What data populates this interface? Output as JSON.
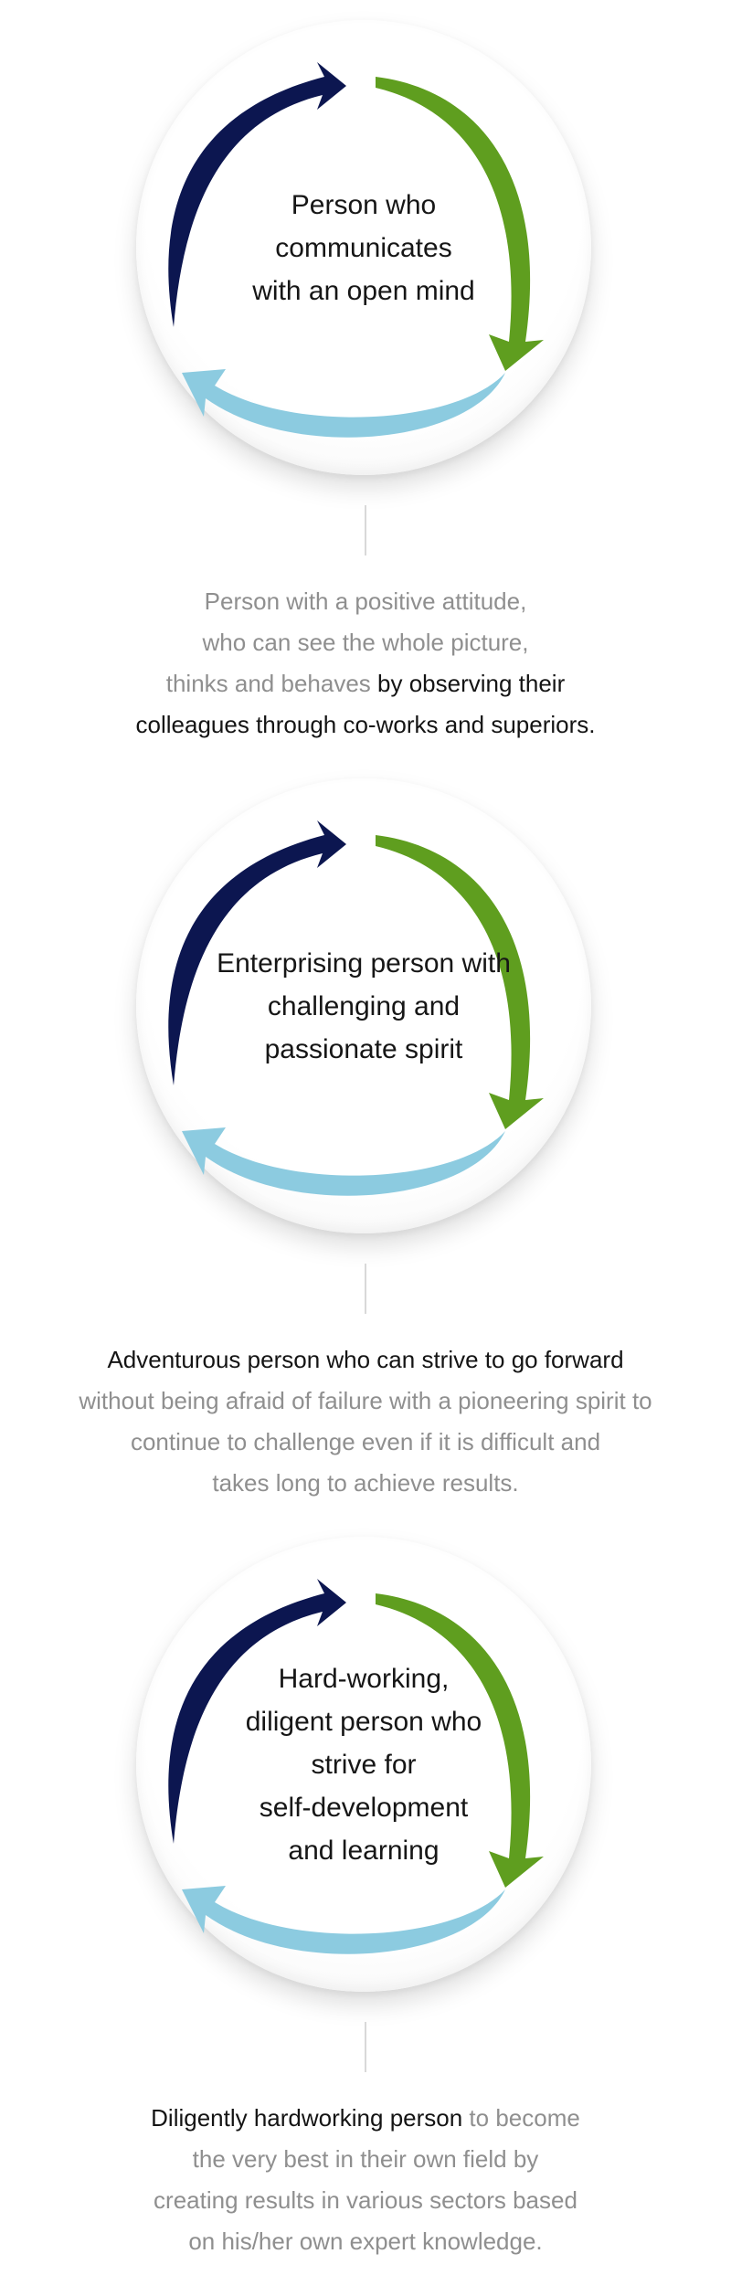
{
  "colors": {
    "arrow_navy": "#0c1650",
    "arrow_green": "#5f9e1f",
    "arrow_light_blue": "#8ccbe0",
    "text_dark": "#141414",
    "text_muted": "#8f8f8f",
    "connector_gray": "#d9d9d9"
  },
  "sections": [
    {
      "circle_lines": [
        "Person who",
        "communicates",
        "with an open mind"
      ],
      "desc_lines": [
        [
          {
            "text": "Person with a positive attitude,",
            "tone": "muted"
          }
        ],
        [
          {
            "text": "who can see the whole picture,",
            "tone": "muted"
          }
        ],
        [
          {
            "text": "thinks and behaves ",
            "tone": "muted"
          },
          {
            "text": "by observing their",
            "tone": "strong"
          }
        ],
        [
          {
            "text": "colleagues through co-works and superiors.",
            "tone": "strong"
          }
        ]
      ]
    },
    {
      "circle_lines": [
        "Enterprising person with",
        "challenging and",
        "passionate spirit"
      ],
      "desc_lines": [
        [
          {
            "text": "Adventurous person who can strive to go forward",
            "tone": "strong"
          }
        ],
        [
          {
            "text": "without being afraid of failure with a pioneering spirit to",
            "tone": "muted"
          }
        ],
        [
          {
            "text": "continue to challenge even if it is difficult and",
            "tone": "muted"
          }
        ],
        [
          {
            "text": "takes long to achieve results.",
            "tone": "muted"
          }
        ]
      ]
    },
    {
      "circle_lines": [
        "Hard-working,",
        "diligent person who",
        "strive for",
        "self-development",
        "and learning"
      ],
      "desc_lines": [
        [
          {
            "text": "Diligently hardworking person",
            "tone": "strong"
          },
          {
            "text": " to become",
            "tone": "muted"
          }
        ],
        [
          {
            "text": "the very best in their own field by",
            "tone": "muted"
          }
        ],
        [
          {
            "text": "creating results in various sectors based",
            "tone": "muted"
          }
        ],
        [
          {
            "text": "on his/her own expert knowledge.",
            "tone": "muted"
          }
        ]
      ]
    }
  ],
  "icons": {
    "cycle": "three-arrow-cycle-icon"
  }
}
